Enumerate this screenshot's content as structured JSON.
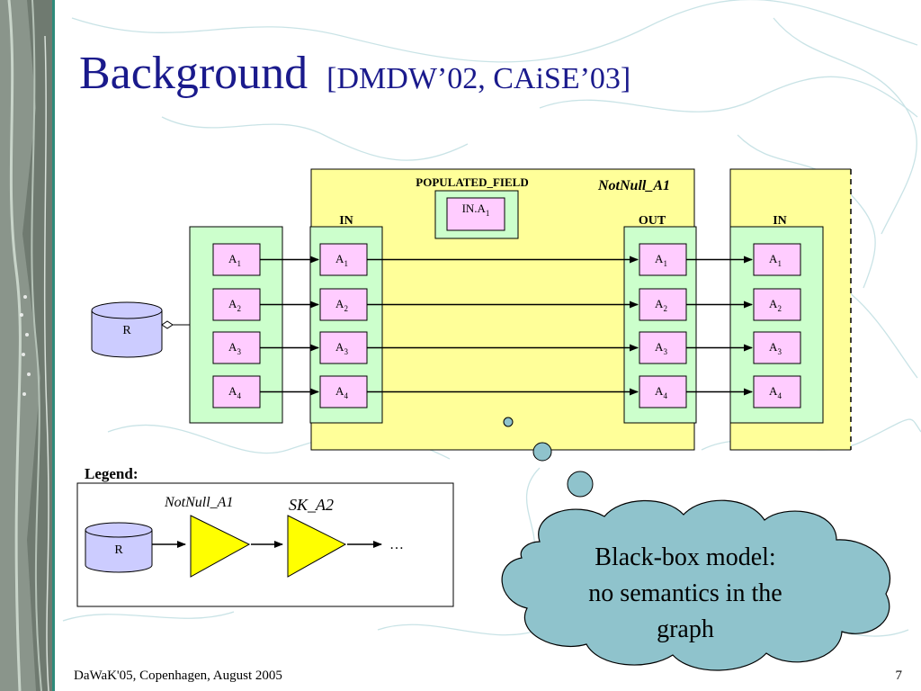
{
  "slide": {
    "title_main": "Background",
    "title_ref": "[DMDW’02, CAiSE’03]",
    "footer_left": "DaWaK'05, Copenhagen, August 2005",
    "page_number": "7"
  },
  "diagram": {
    "populated_field_label": "POPULATED_FIELD",
    "populated_field_item": "IN.A",
    "populated_field_item_sub": "1",
    "activity1_name": "NotNull_A1",
    "in_label": "IN",
    "out_label": "OUT",
    "in2_label": "IN",
    "recordset_label": "R",
    "attr_base": "A",
    "attr_subs": [
      "1",
      "2",
      "3",
      "4"
    ]
  },
  "legend": {
    "title": "Legend:",
    "recordset_label": "R",
    "activity1_label": "NotNull_A1",
    "activity2_label": "SK_A2",
    "ellipsis": "…"
  },
  "callout": {
    "line1": "Black-box model:",
    "line2": "no semantics in the",
    "line3": "graph"
  },
  "colors": {
    "title": "#1a1a8c",
    "activity_fill": "#ffff99",
    "schema_fill": "#ccffcc",
    "attr_fill": "#ffccff",
    "recordset_fill": "#ccccff",
    "legend_triangle": "#ffff00",
    "cloud_fill": "#8fc3cc",
    "contour": "#c9e3e6"
  }
}
